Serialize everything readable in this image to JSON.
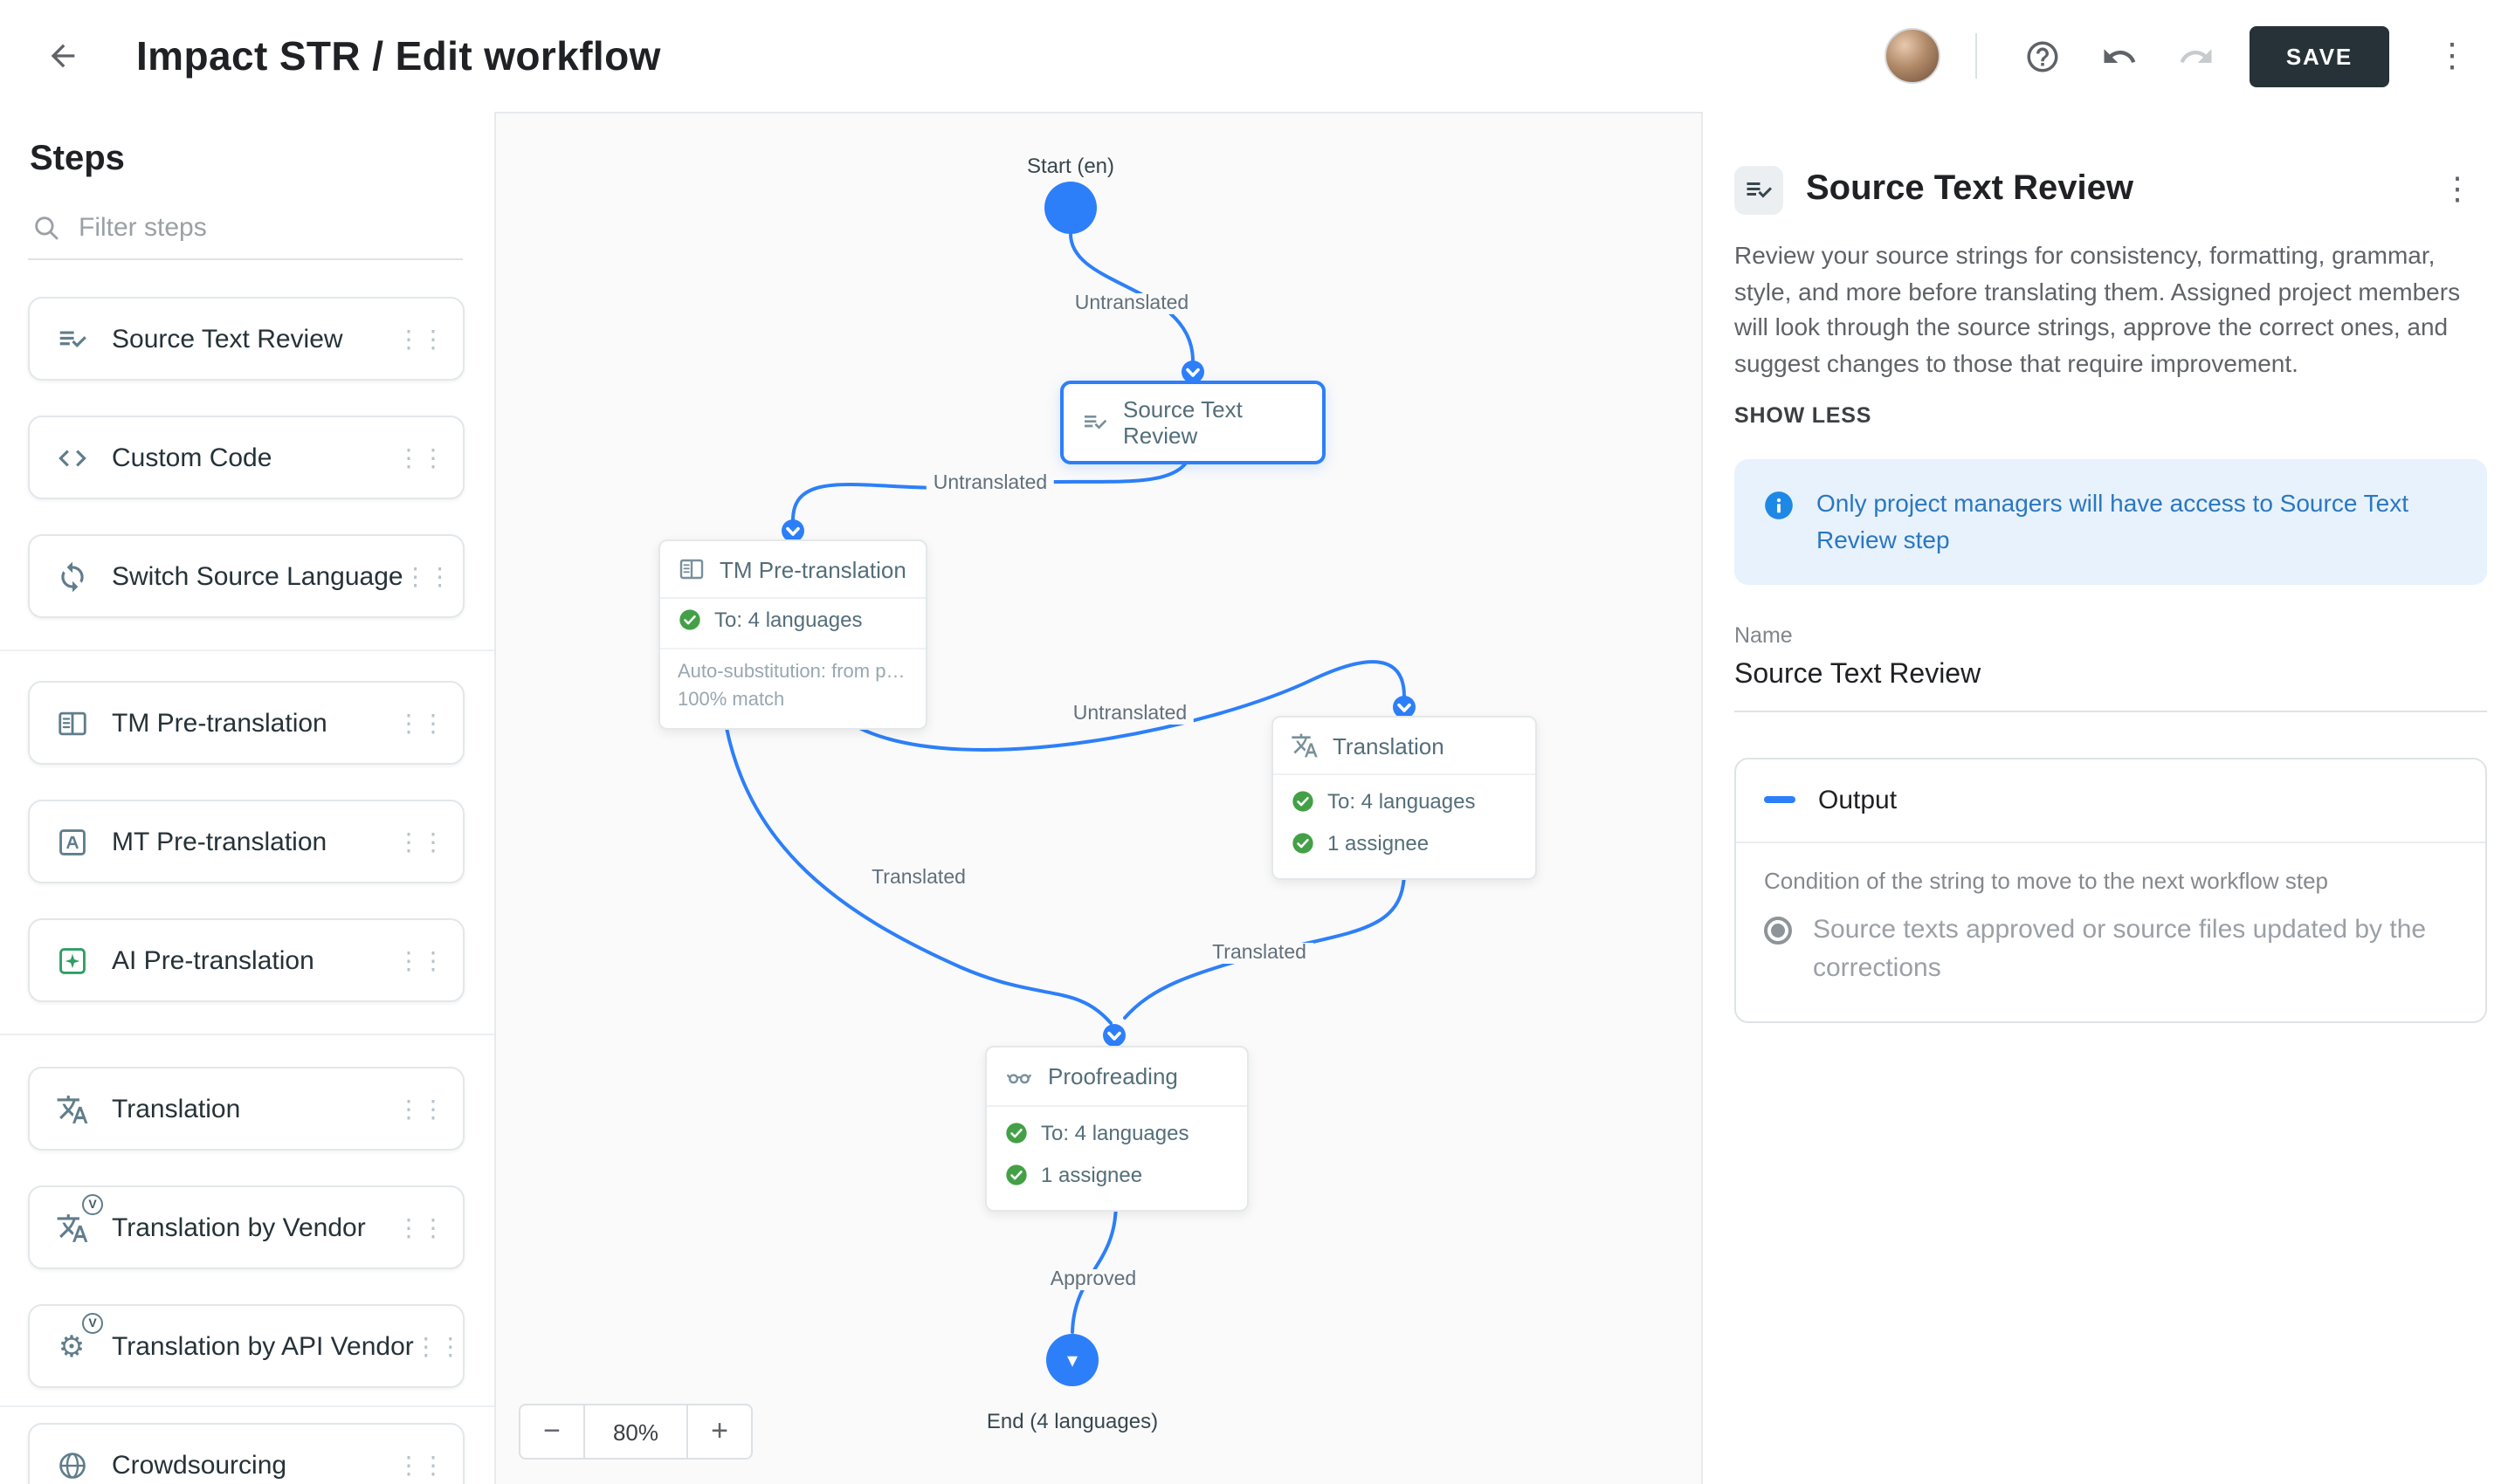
{
  "header": {
    "title": "Impact STR / Edit workflow",
    "save_label": "SAVE"
  },
  "sidebar": {
    "title": "Steps",
    "filter_placeholder": "Filter steps",
    "vendor_badge": "V",
    "steps": [
      {
        "label": "Source Text Review"
      },
      {
        "label": "Custom Code"
      },
      {
        "label": "Switch Source Language"
      },
      {
        "label": "TM Pre-translation"
      },
      {
        "label": "MT Pre-translation"
      },
      {
        "label": "AI Pre-translation"
      },
      {
        "label": "Translation"
      },
      {
        "label": "Translation by Vendor"
      },
      {
        "label": "Translation by API Vendor"
      },
      {
        "label": "Crowdsourcing"
      }
    ]
  },
  "canvas": {
    "zoom_level": "80%",
    "zoom_out": "−",
    "zoom_in": "+",
    "start_label": "Start (en)",
    "end_label": "End (4 languages)",
    "end_arrow": "▾",
    "edge_labels": {
      "start_to_review": "Untranslated",
      "review_to_tm": "Untranslated",
      "tm_to_translation": "Untranslated",
      "tm_to_proofreading": "Translated",
      "translation_to_proofreading": "Translated",
      "proofreading_to_end": "Approved"
    },
    "nodes": {
      "source_text_review": {
        "title": "Source Text Review"
      },
      "tm_pre_translation": {
        "title": "TM Pre-translation",
        "languages": "To: 4 languages",
        "auto_substitution": "Auto-substitution: from proje…",
        "match": "100% match"
      },
      "translation": {
        "title": "Translation",
        "languages": "To: 4 languages",
        "assignee": "1 assignee"
      },
      "proofreading": {
        "title": "Proofreading",
        "languages": "To: 4 languages",
        "assignee": "1 assignee"
      }
    }
  },
  "inspector": {
    "title": "Source Text Review",
    "description": "Review your source strings for consistency, formatting, grammar, style, and more before translating them. Assigned project members will look through the source strings, approve the correct ones, and suggest changes to those that require improvement.",
    "show_less": "SHOW LESS",
    "notice": "Only project managers will have access to Source Text Review step",
    "name_label": "Name",
    "name_value": "Source Text Review",
    "output": {
      "title": "Output",
      "condition_label": "Condition of the string to move to the next workflow step",
      "radio_label": "Source texts approved or source files updated by the corrections"
    }
  },
  "colors": {
    "accent_blue": "#2d7ff9",
    "success_green": "#43a047",
    "save_button": "#263238"
  }
}
